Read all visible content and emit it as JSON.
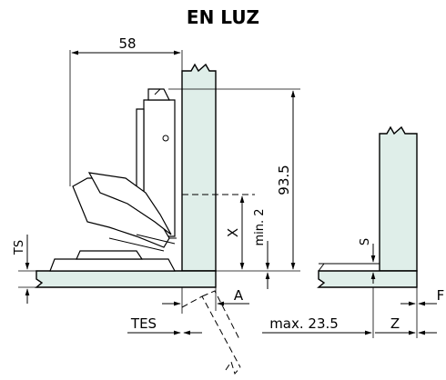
{
  "title": "EN LUZ",
  "dimensions": {
    "width_58": "58",
    "height_93_5": "93.5",
    "x": "X",
    "min_2": "min. 2",
    "ts": "TS",
    "s": "S",
    "a": "A",
    "tes": "TES",
    "max_23_5": "max. 23.5",
    "z": "Z",
    "f": "F"
  },
  "colors": {
    "panel_fill": "#dfeee9",
    "line": "#000000",
    "background": "#ffffff"
  }
}
